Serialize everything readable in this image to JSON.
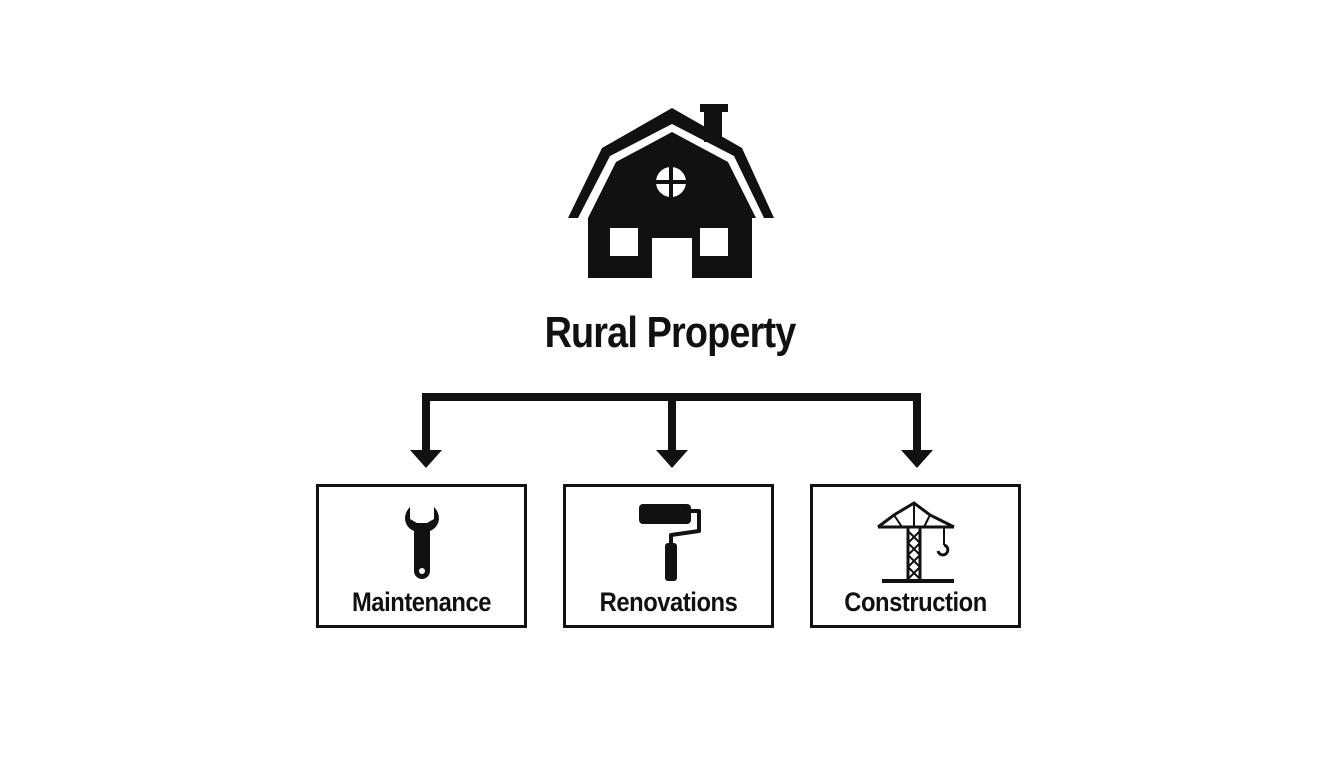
{
  "diagram": {
    "root": {
      "label": "Rural Property",
      "icon": "barn-house-icon"
    },
    "children": [
      {
        "label": "Maintenance",
        "icon": "wrench-icon"
      },
      {
        "label": "Renovations",
        "icon": "paint-roller-icon"
      },
      {
        "label": "Construction",
        "icon": "tower-crane-icon"
      }
    ],
    "colors": {
      "ink": "#111111",
      "background": "#ffffff"
    }
  }
}
